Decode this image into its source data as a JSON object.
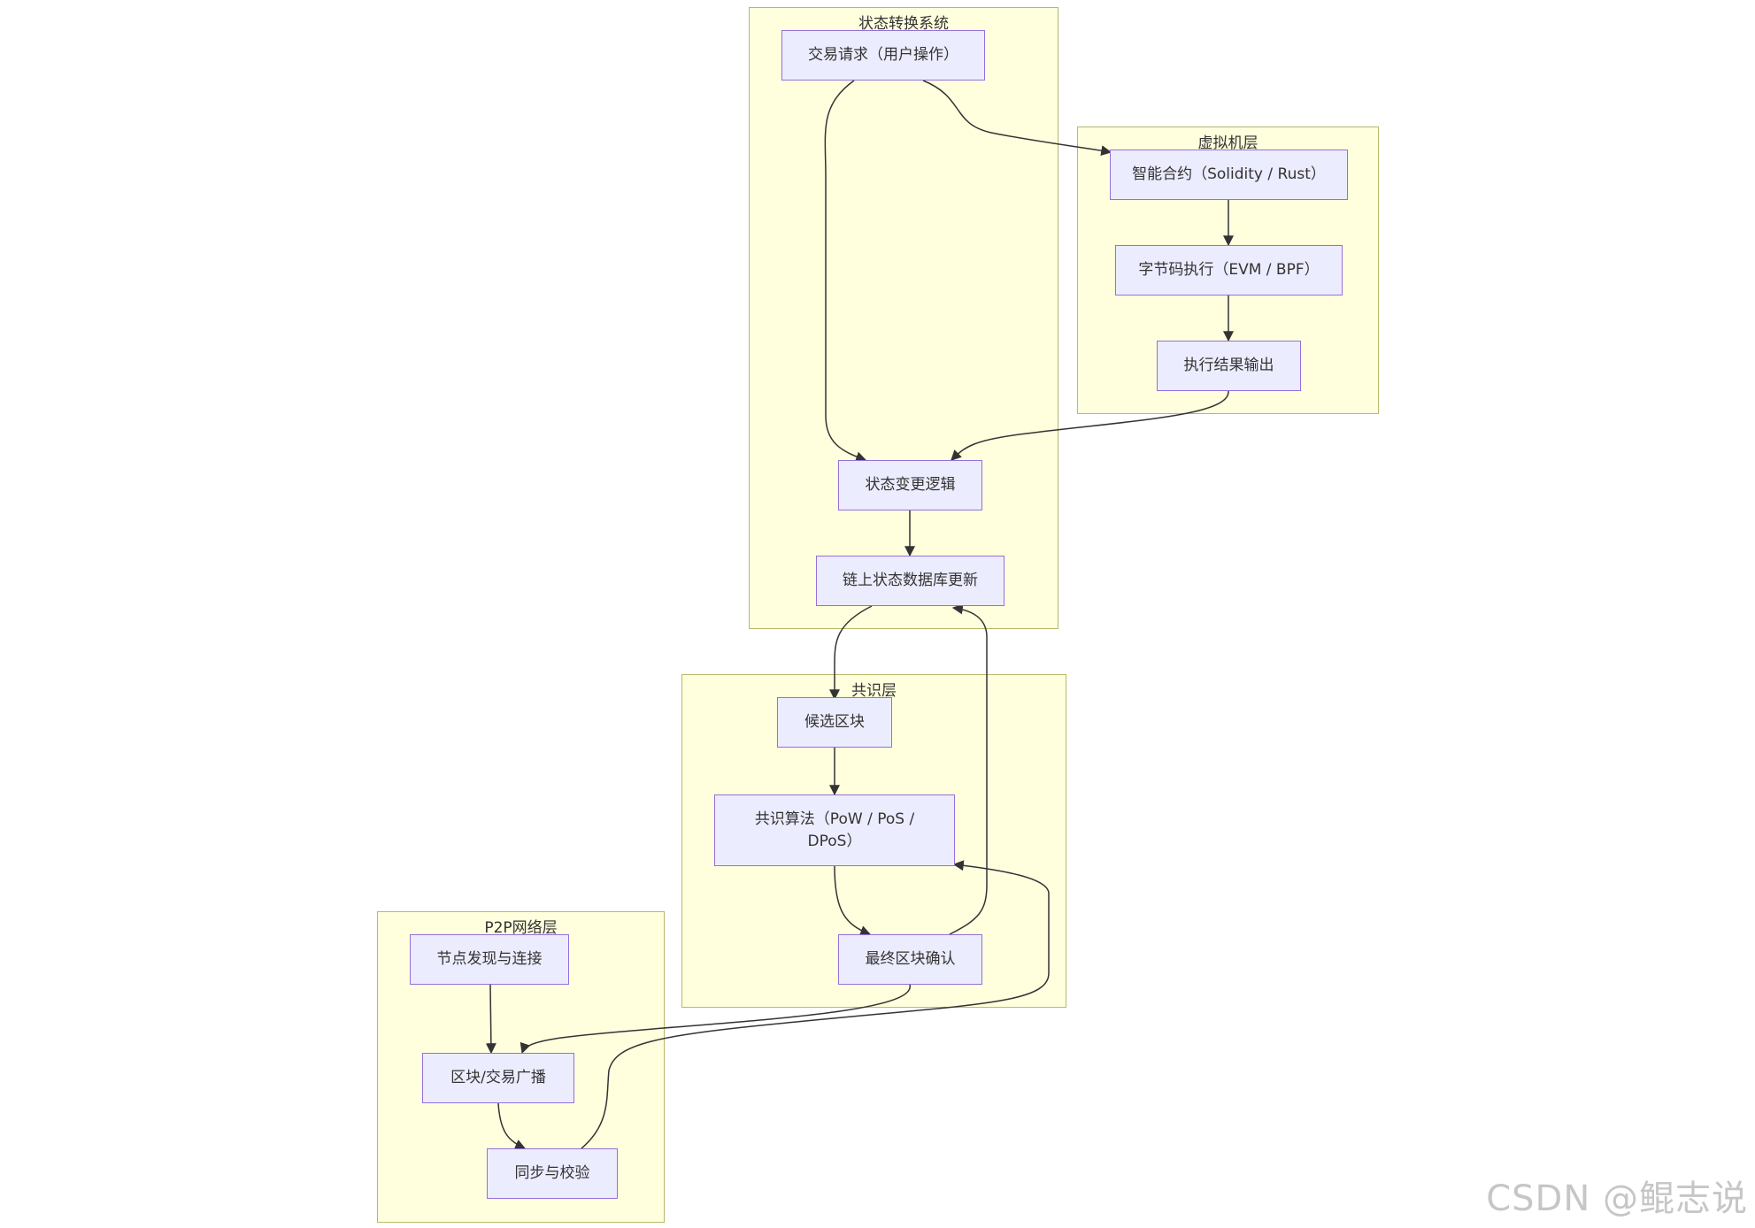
{
  "groups": {
    "state": "状态转换系统",
    "vm": "虚拟机层",
    "consensus": "共识层",
    "p2p": "P2P网络层"
  },
  "nodes": {
    "tx_request": "交易请求（用户操作）",
    "smart_contract": "智能合约（Solidity / Rust）",
    "bytecode": "字节码执行（EVM / BPF）",
    "exec_output": "执行结果输出",
    "state_logic": "状态变更逻辑",
    "db_update": "链上状态数据库更新",
    "candidate_block": "候选区块",
    "consensus_algo": "共识算法（PoW / PoS / DPoS）",
    "final_confirm": "最终区块确认",
    "node_discovery": "节点发现与连接",
    "broadcast": "区块/交易广播",
    "sync_verify": "同步与校验"
  },
  "watermark": "CSDN @鲲志说"
}
